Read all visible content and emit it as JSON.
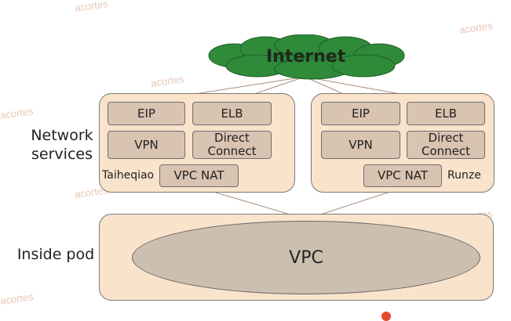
{
  "watermark": "acortes",
  "internet": {
    "label": "Internet",
    "cloud_color": "#2f8a3a"
  },
  "side_labels": {
    "network_services": "Network\nservices",
    "inside_pod": "Inside pod"
  },
  "left_panel": {
    "site": "Taiheqiao",
    "services": {
      "eip": "EIP",
      "elb": "ELB",
      "vpn": "VPN",
      "direct_connect": "Direct\nConnect",
      "vpc_nat": "VPC NAT"
    }
  },
  "right_panel": {
    "site": "Runze",
    "services": {
      "eip": "EIP",
      "elb": "ELB",
      "vpn": "VPN",
      "direct_connect": "Direct\nConnect",
      "vpc_nat": "VPC NAT"
    }
  },
  "vpc": {
    "label": "VPC"
  },
  "colors": {
    "panel_fill": "#f9e3cb",
    "service_fill": "#d9c3b1",
    "vpc_fill": "#cdbfb0",
    "line_color": "#a88b7a"
  }
}
